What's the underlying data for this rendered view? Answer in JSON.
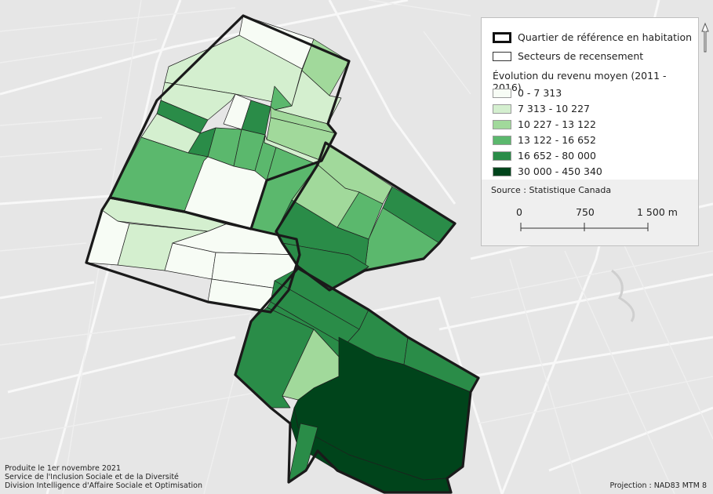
{
  "legend": {
    "reference_label": "Quartier de référence en habitation",
    "tracts_label": "Secteurs de recensement",
    "classes_title": "Évolution du revenu moyen (2011 - 2016)",
    "classes": [
      {
        "label": "0 - 7 313",
        "color": "#f7fcf5"
      },
      {
        "label": "7 313 - 10 227",
        "color": "#d4efcf"
      },
      {
        "label": "10 227 - 13 122",
        "color": "#a1d99b"
      },
      {
        "label": "13 122 - 16 652",
        "color": "#5bb86d"
      },
      {
        "label": "16 652 - 80 000",
        "color": "#2a8c48"
      },
      {
        "label": "30 000 - 450 340",
        "color": "#00441b"
      }
    ],
    "source": "Source : Statistique Canada",
    "scale": {
      "ticks": [
        "0",
        "750",
        "1 500 m"
      ]
    }
  },
  "footer": {
    "line1": "Produite le 1er novembre 2021",
    "line2": "Service de l'Inclusion Sociale et de la Diversité",
    "line3": "Division Intelligence d'Affaire Sociale et Optimisation"
  },
  "projection": "Projection : NAD83 MTM 8",
  "colors": {
    "basemap": "#e6e6e6",
    "roads": "#f7f7f7",
    "boundary": "#1a1a1a"
  }
}
